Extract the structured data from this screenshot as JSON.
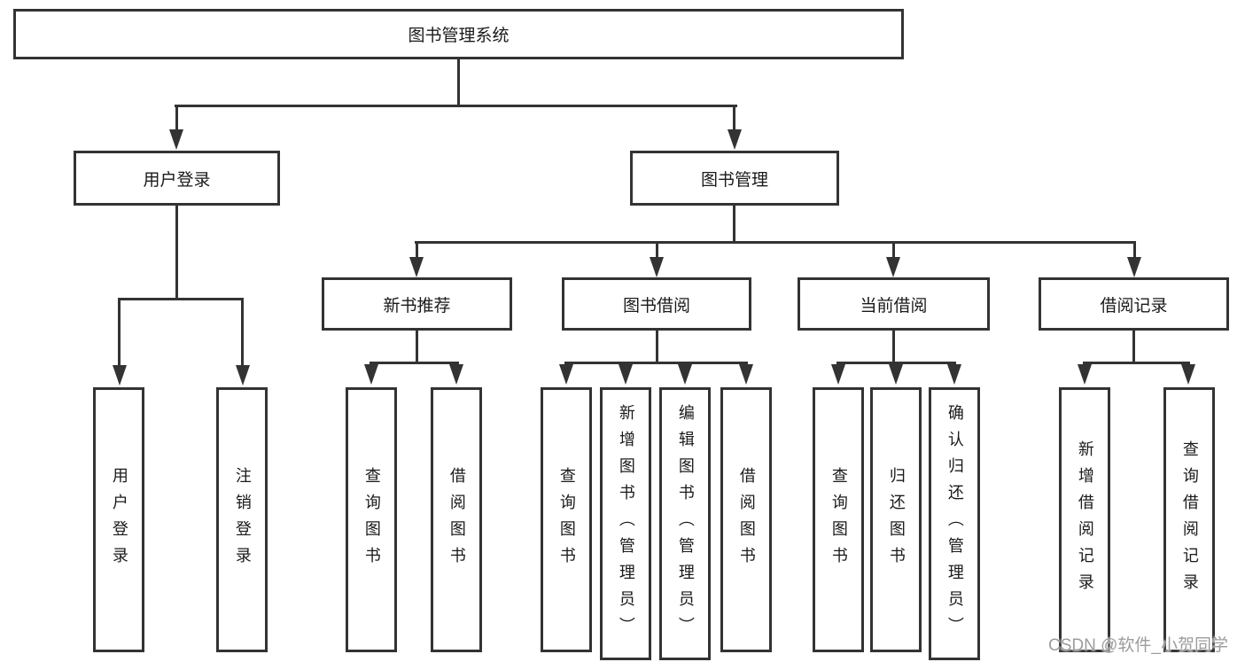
{
  "tree": {
    "label": "图书管理系统",
    "children": [
      {
        "label": "用户登录",
        "children": [
          {
            "label": "用户登录"
          },
          {
            "label": "注销登录"
          }
        ]
      },
      {
        "label": "图书管理",
        "children": [
          {
            "label": "新书推荐",
            "children": [
              {
                "label": "查询图书"
              },
              {
                "label": "借阅图书"
              }
            ]
          },
          {
            "label": "图书借阅",
            "children": [
              {
                "label": "查询图书"
              },
              {
                "label": "新增图书（管理员）"
              },
              {
                "label": "编辑图书（管理员）"
              },
              {
                "label": "借阅图书"
              }
            ]
          },
          {
            "label": "当前借阅",
            "children": [
              {
                "label": "查询图书"
              },
              {
                "label": "归还图书"
              },
              {
                "label": "确认归还（管理员）"
              }
            ]
          },
          {
            "label": "借阅记录",
            "children": [
              {
                "label": "新增借阅记录"
              },
              {
                "label": "查询借阅记录"
              }
            ]
          }
        ]
      }
    ]
  },
  "watermark": {
    "text": "CSDN @软件_小贺同学"
  },
  "colors": {
    "line": "#333333",
    "box_border": "#333333",
    "box_fill": "#ffffff",
    "text": "#1a1a1a",
    "watermark": "#9c9c9c",
    "background": "#ffffff"
  }
}
